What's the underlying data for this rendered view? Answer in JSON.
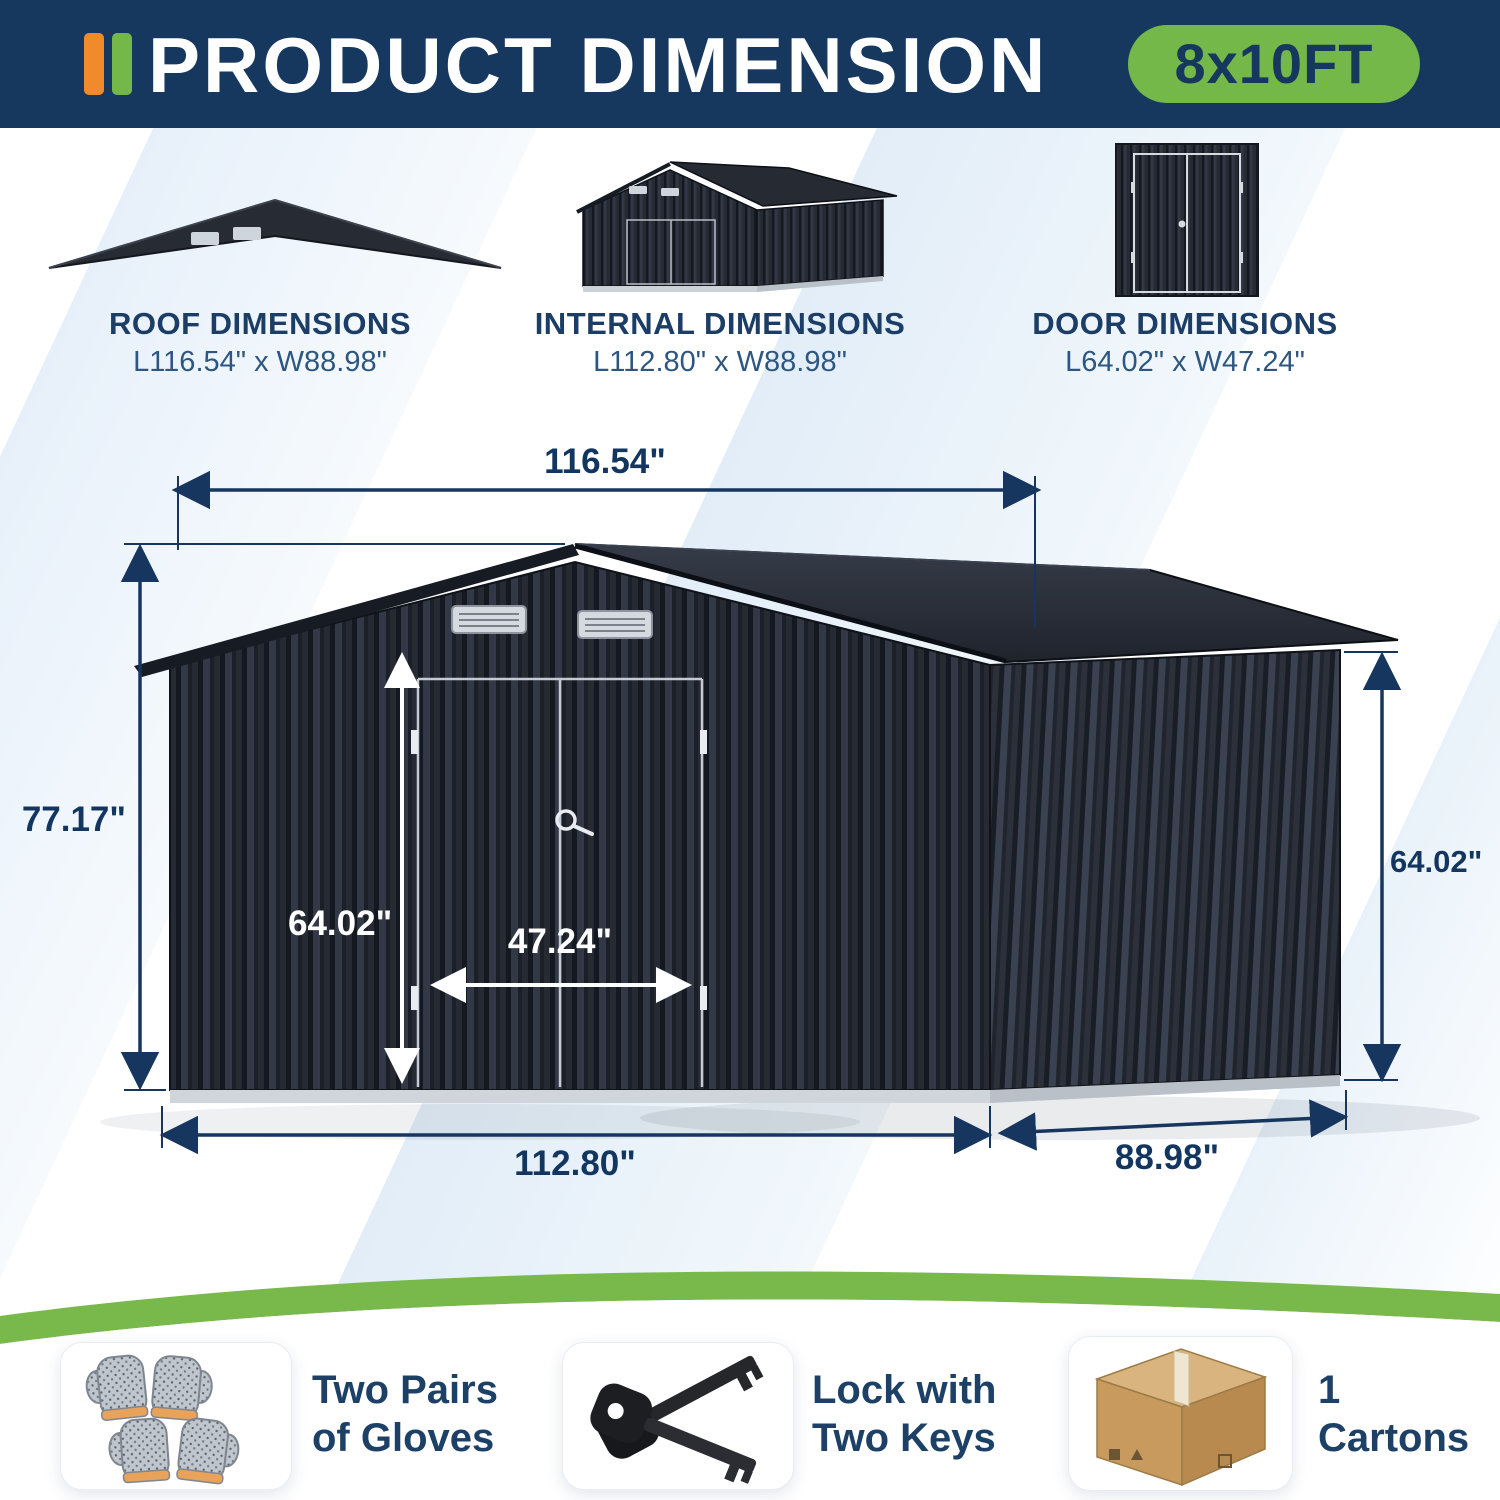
{
  "header": {
    "title": "PRODUCT DIMENSION",
    "badge": "8x10FT"
  },
  "specs": [
    {
      "title": "ROOF DIMENSIONS",
      "dims": "L116.54\" x W88.98\""
    },
    {
      "title": "INTERNAL DIMENSIONS",
      "dims": "L112.80\" x W88.98\""
    },
    {
      "title": "DOOR DIMENSIONS",
      "dims": "L64.02\" x W47.24\""
    }
  ],
  "diagram": {
    "roof_length": "116.54\"",
    "total_height": "77.17\"",
    "wall_height": "64.02\"",
    "door_width": "47.24\"",
    "base_length": "112.80\"",
    "base_depth": "88.98\"",
    "eave_height": "64.02\""
  },
  "accessories": [
    {
      "line1": "Two Pairs",
      "line2": "of Gloves"
    },
    {
      "line1": "Lock with",
      "line2": "Two Keys"
    },
    {
      "line1": "1",
      "line2": "Cartons"
    }
  ],
  "colors": {
    "navy": "#16375e",
    "green": "#74b84a",
    "orange": "#f08a2b",
    "shed_dark": "#23262e",
    "stripe_blue": "#e2edf8"
  }
}
